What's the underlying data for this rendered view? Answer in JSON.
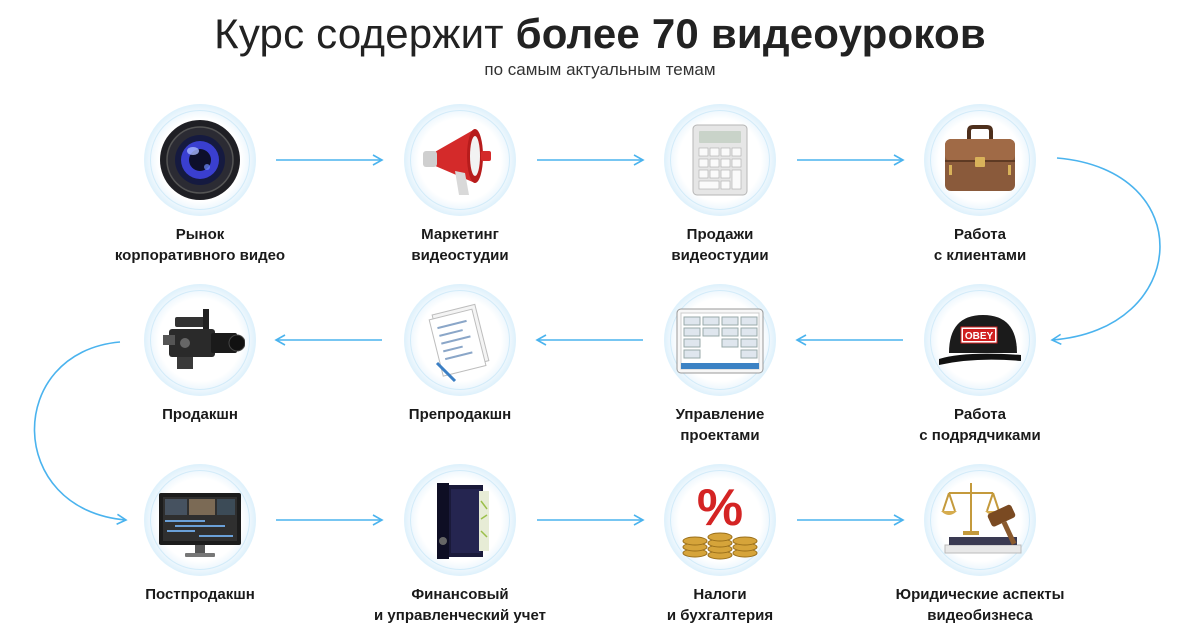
{
  "header": {
    "title_regular": "Курс содержит ",
    "title_bold": "более 70 видеоуроков",
    "subtitle": "по самым актуальным темам"
  },
  "steps": [
    {
      "line1": "Рынок",
      "line2": "корпоративного видео",
      "icon": "camera-lens-icon"
    },
    {
      "line1": "Маркетинг",
      "line2": "видеостудии",
      "icon": "megaphone-icon"
    },
    {
      "line1": "Продажи",
      "line2": "видеостудии",
      "icon": "calculator-icon"
    },
    {
      "line1": "Работа",
      "line2": "с клиентами",
      "icon": "briefcase-icon"
    },
    {
      "line1": "Продакшн",
      "line2": "",
      "icon": "video-camera-icon"
    },
    {
      "line1": "Препродакшн",
      "line2": "",
      "icon": "documents-icon"
    },
    {
      "line1": "Управление",
      "line2": "проектами",
      "icon": "tablet-board-icon"
    },
    {
      "line1": "Работа",
      "line2": "с подрядчиками",
      "icon": "cap-icon"
    },
    {
      "line1": "Постпродакшн",
      "line2": "",
      "icon": "monitor-icon"
    },
    {
      "line1": "Финансовый",
      "line2": "и управленческий учет",
      "icon": "binder-icon"
    },
    {
      "line1": "Налоги",
      "line2": "и бухгалтерия",
      "icon": "percent-coins-icon"
    },
    {
      "line1": "Юридические аспекты",
      "line2": "видеобизнеса",
      "icon": "scales-gavel-icon"
    }
  ],
  "icon_texts": {
    "cap_logo": "OBEY",
    "percent_sign": "%"
  },
  "colors": {
    "arrow": "#4ab3ee",
    "ring": "#d6eefb",
    "text": "#1a1a1a"
  }
}
